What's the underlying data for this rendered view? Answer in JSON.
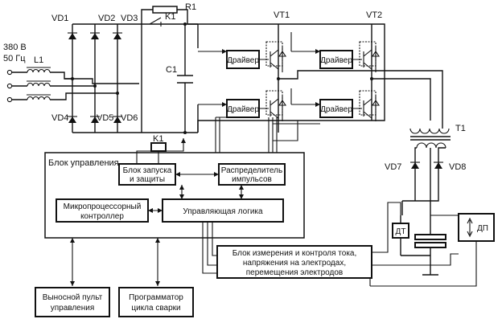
{
  "labels": {
    "vd1": "VD1",
    "vd2": "VD2",
    "vd3": "VD3",
    "vd4": "VD4",
    "vd5": "VD5",
    "vd6": "VD6",
    "vd7": "VD7",
    "vd8": "VD8",
    "k1_top": "K1",
    "k1_mid": "K1",
    "r1": "R1",
    "c1": "C1",
    "l1": "L1",
    "t1": "T1",
    "vt1": "VT1",
    "vt2": "VT2",
    "supply_voltage": "380 В",
    "supply_freq": "50 Гц"
  },
  "drivers": [
    "Драйвер",
    "Драйвер",
    "Драйвер",
    "Драйвер"
  ],
  "blocks": {
    "control_unit": "Блок управления",
    "startup_protection": [
      "Блок запуска",
      "и защиты"
    ],
    "pulse_distributor": [
      "Распределитель",
      "импульсов"
    ],
    "microcontroller": [
      "Микропроцессорный",
      "контроллер"
    ],
    "control_logic": "Управляющая логика",
    "measurement": [
      "Блок измерения и контроля тока,",
      "напряжения на электродах,",
      "перемещения электродов"
    ],
    "remote_panel": [
      "Выносной пульт",
      "управления"
    ],
    "programmer": [
      "Программатор",
      "цикла сварки"
    ],
    "dt": "ДТ",
    "dp": "ДП"
  }
}
